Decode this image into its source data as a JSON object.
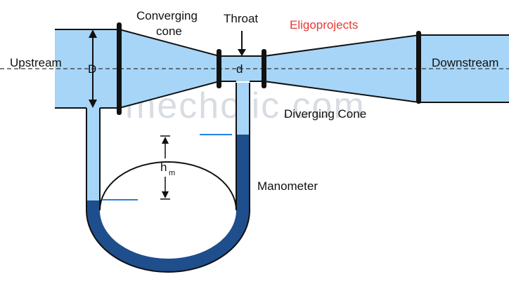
{
  "labels": {
    "upstream": "Upstream",
    "downstream": "Downstream",
    "converging_line1": "Converging",
    "converging_line2": "cone",
    "throat": "Throat",
    "diverging": "Diverging Cone",
    "manometer": "Manometer",
    "pipe_diameter": "D",
    "throat_diameter": "d",
    "head_main": "h",
    "head_sub": "m",
    "brand": "Eligoprojects",
    "watermark": "mecholic.com"
  },
  "colors": {
    "pipe_fluid": "#a6d5f7",
    "manometer_fluid": "#1f4e8c",
    "outline": "#111111",
    "flange": "#111111",
    "brand": "#e53935",
    "level_line": "#2a7de1"
  }
}
